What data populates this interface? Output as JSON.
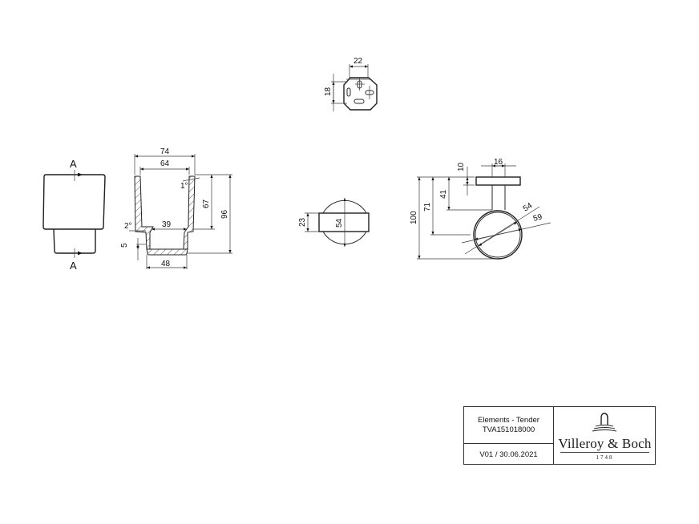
{
  "drawing": {
    "top_view": {
      "dims": {
        "width": "22",
        "height": "18"
      }
    },
    "side_view": {
      "section_labels": {
        "top": "A",
        "bottom": "A"
      }
    },
    "section_view": {
      "dims": {
        "outer_width": "74",
        "inner_width": "64",
        "draft_top": "1°",
        "draft_bottom": "2°",
        "step_width": "39",
        "base_thickness": "5",
        "base_width": "48",
        "upper_depth": "67",
        "total_height": "96"
      }
    },
    "front_ring_view": {
      "dims": {
        "band_height": "23",
        "diameter": "54"
      }
    },
    "holder_side_view": {
      "dims": {
        "plate_thickness": "10",
        "stem_width": "16",
        "stem_length": "41",
        "ring_center": "71",
        "total_height": "100",
        "inner_diameter": "54",
        "outer_diameter": "59"
      }
    }
  },
  "title_block": {
    "product_name": "Elements - Tender",
    "article_number": "TVA151018000",
    "version_date": "V01 / 30.06.2021",
    "brand": "Villeroy & Boch",
    "brand_year": "1748",
    "logo_icon": "villeroy-boch-fountain-logo"
  },
  "colors": {
    "line": "#2a2a2a",
    "text": "#111111",
    "background": "#ffffff"
  }
}
